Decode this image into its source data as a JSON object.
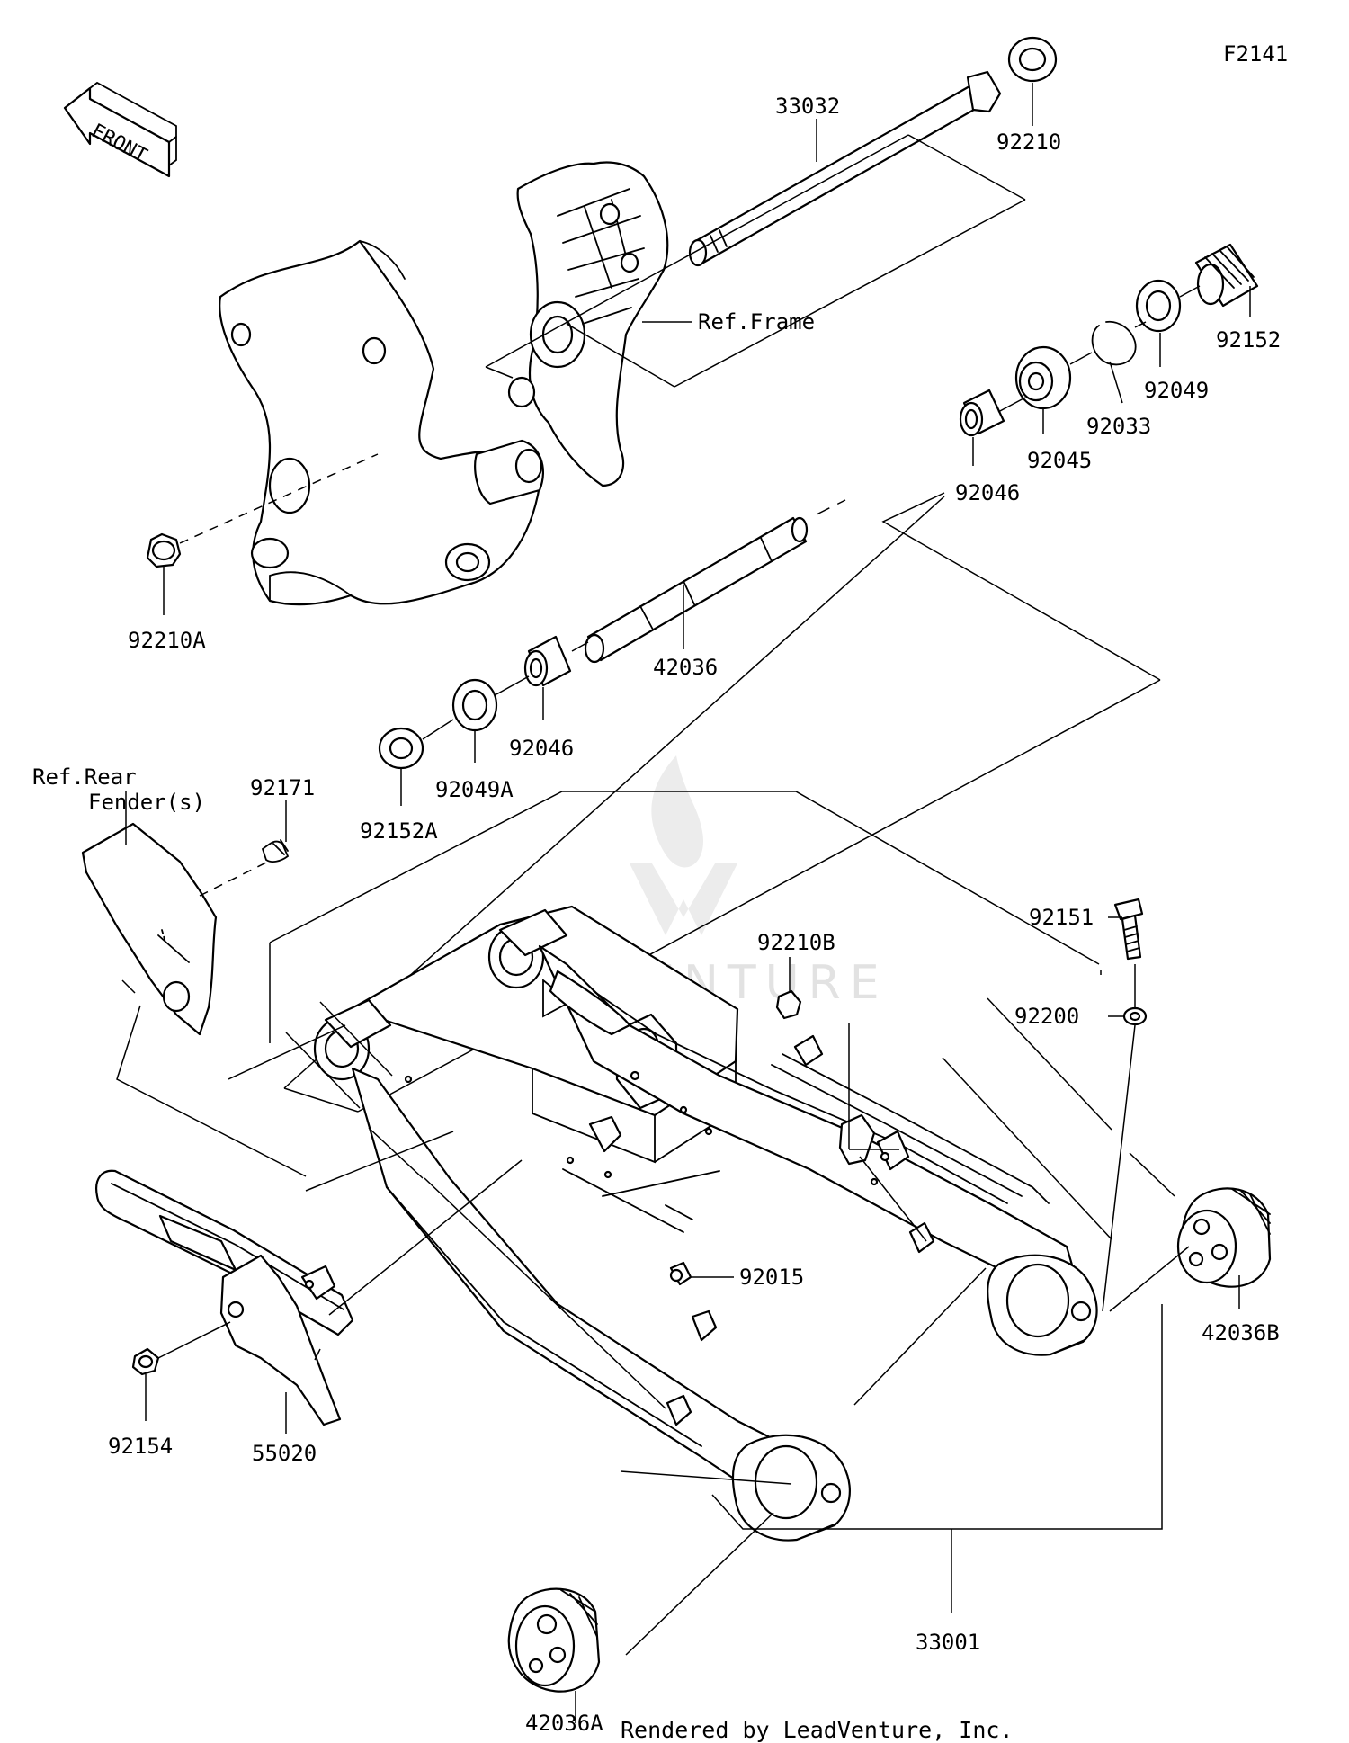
{
  "diagram_code": "F2141",
  "front_label": "FRONT",
  "watermark": "LEADVENTURE",
  "footer": "Rendered by LeadVenture, Inc.",
  "labels": {
    "p33032": "33032",
    "p92210": "92210",
    "ref_frame": "Ref.Frame",
    "p92152": "92152",
    "p92049": "92049",
    "p92033": "92033",
    "p92045": "92045",
    "p92046_top": "92046",
    "p92210A": "92210A",
    "p42036": "42036",
    "p92046_bottom": "92046",
    "p92049A": "92049A",
    "p92152A": "92152A",
    "ref_rear_1": "Ref.Rear",
    "ref_rear_2": "Fender(s)",
    "p92171": "92171",
    "p92210B": "92210B",
    "p92151": "92151",
    "p92200": "92200",
    "p92015": "92015",
    "p42036B": "42036B",
    "p92154": "92154",
    "p55020": "55020",
    "p33001": "33001",
    "p42036A": "42036A"
  }
}
